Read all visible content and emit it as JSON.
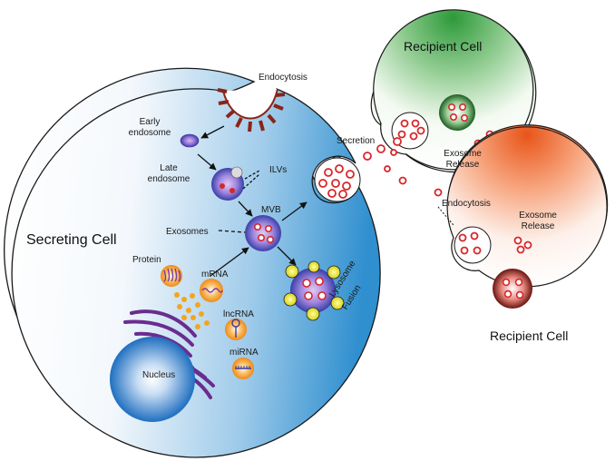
{
  "labels": {
    "endocytosis_top": "Endocytosis",
    "early_endosome": [
      "Early",
      "endosome"
    ],
    "late_endosome": [
      "Late",
      "endosome"
    ],
    "ilvs": "ILVs",
    "mvb": "MVB",
    "exosomes": "Exosomes",
    "secreting_cell": "Secreting Cell",
    "protein": "Protein",
    "mrna": "mRNA",
    "lncrna": "lncRNA",
    "mirna": "miRNA",
    "nucleus": "Nucleus",
    "lysosome_fusion": [
      "Lysosome",
      "Fusion"
    ],
    "secretion": "Secretion",
    "recipient_cell_top": "Recipient Cell",
    "exosome_release_top": [
      "Exosome",
      "Release"
    ],
    "endocytosis_right": "Endocytosis",
    "exosome_release_bottom": [
      "Exosome",
      "Release"
    ],
    "recipient_cell_bottom": "Recipient Cell"
  },
  "colors": {
    "secreting_cell_light": "#ffffff",
    "secreting_cell_dark": "#2f8fcf",
    "recipient_green": "#2e9a3a",
    "recipient_orange": "#e8551a",
    "exosome_red": "#d8262a",
    "vesicle_purple": "#3d3a9c",
    "er_purple": "#6a2c8f",
    "carrier_orange": "#f39a1e",
    "nucleus_blue": "#1f6fc0",
    "clathrin_red": "#8a2418"
  }
}
